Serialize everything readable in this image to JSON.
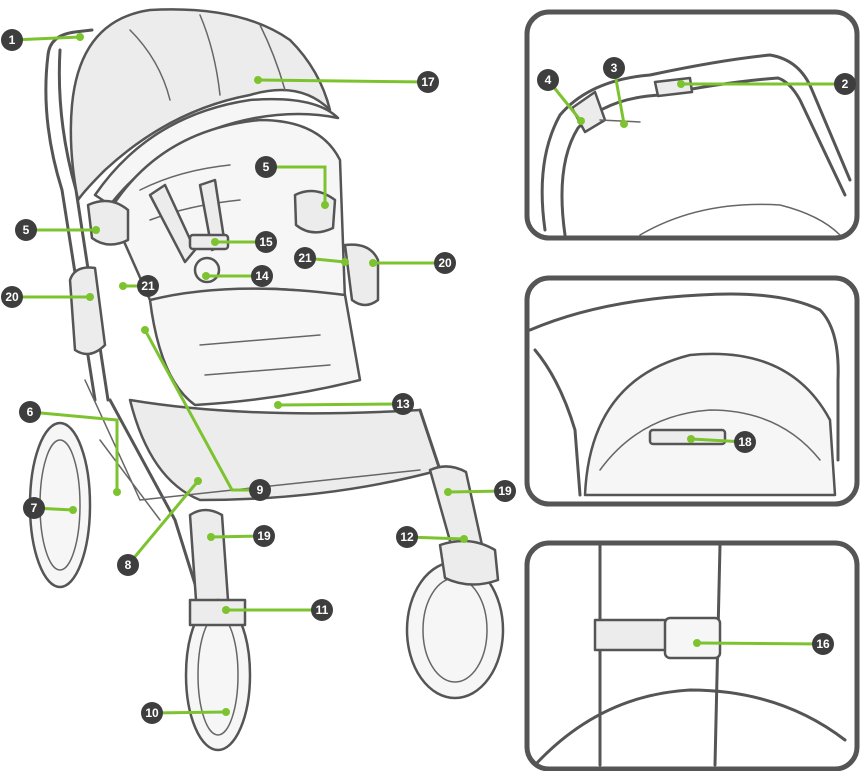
{
  "diagram": {
    "callouts": [
      {
        "id": "c1",
        "label": "1"
      },
      {
        "id": "c17",
        "label": "17"
      },
      {
        "id": "c5a",
        "label": "5"
      },
      {
        "id": "c5b",
        "label": "5"
      },
      {
        "id": "c15",
        "label": "15"
      },
      {
        "id": "c20a",
        "label": "20"
      },
      {
        "id": "c21a",
        "label": "21"
      },
      {
        "id": "c14",
        "label": "14"
      },
      {
        "id": "c21b",
        "label": "21"
      },
      {
        "id": "c20b",
        "label": "20"
      },
      {
        "id": "c6",
        "label": "6"
      },
      {
        "id": "c13",
        "label": "13"
      },
      {
        "id": "c7",
        "label": "7"
      },
      {
        "id": "c9",
        "label": "9"
      },
      {
        "id": "c19a",
        "label": "19"
      },
      {
        "id": "c19b",
        "label": "19"
      },
      {
        "id": "c8",
        "label": "8"
      },
      {
        "id": "c12",
        "label": "12"
      },
      {
        "id": "c11",
        "label": "11"
      },
      {
        "id": "c10",
        "label": "10"
      },
      {
        "id": "c4",
        "label": "4"
      },
      {
        "id": "c3",
        "label": "3"
      },
      {
        "id": "c2",
        "label": "2"
      },
      {
        "id": "c18",
        "label": "18"
      },
      {
        "id": "c16",
        "label": "16"
      }
    ],
    "colors": {
      "accent": "#7dc330",
      "badge": "#3e3e3e",
      "outline": "#555555",
      "fill_light": "#ececec"
    }
  }
}
